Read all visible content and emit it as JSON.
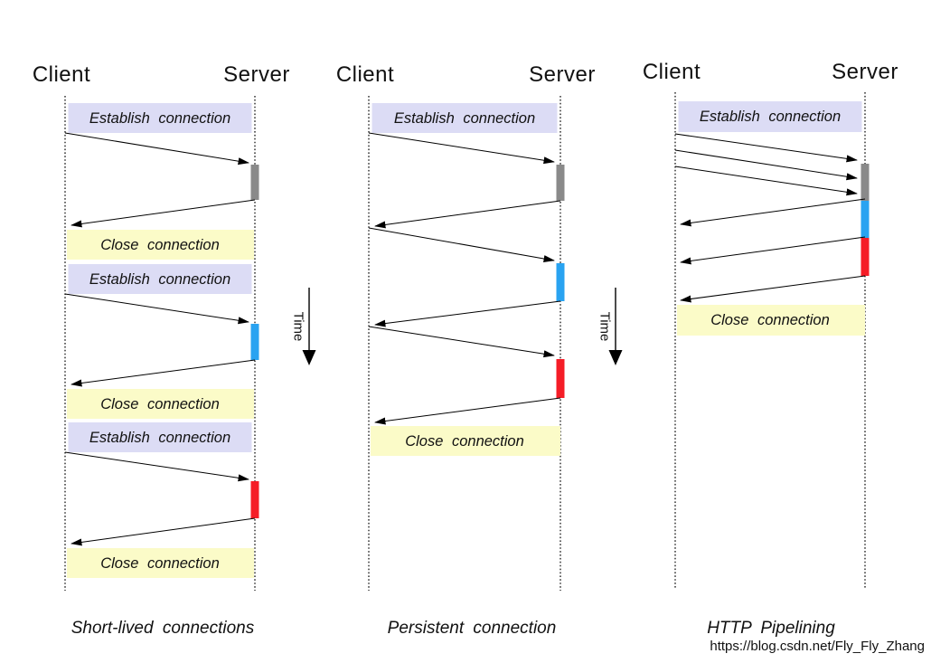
{
  "labels": {
    "client": "Client",
    "server": "Server",
    "establish_connection": "Establish connection",
    "close_connection": "Close connection",
    "time": "Time"
  },
  "panels": [
    {
      "caption": "Short-lived connections"
    },
    {
      "caption": "Persistent connection"
    },
    {
      "caption": "HTTP Pipelining"
    }
  ],
  "watermark": "https://blog.csdn.net/Fly_Fly_Zhang",
  "colors": {
    "establish_bg": "#dcdcf5",
    "close_bg": "#fbfbc8",
    "gray_bar": "#8a8a8a",
    "blue_bar": "#29a3f1",
    "red_bar": "#f51d27",
    "watermark_text": "#d6d6d6"
  }
}
